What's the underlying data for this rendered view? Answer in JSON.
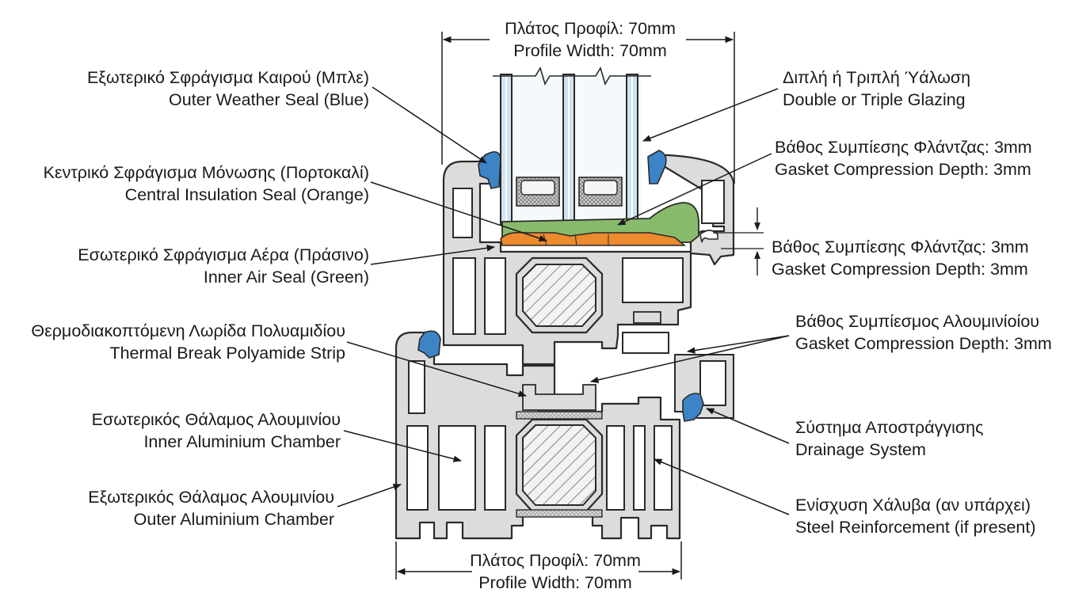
{
  "colors": {
    "profile_fill": "#dcdcdc",
    "outline": "#2a2a2a",
    "glass": "#cfe3ef",
    "outer_seal_blue": "#3d84c7",
    "central_seal_orange": "#ec8a2e",
    "inner_seal_green": "#88ba6c",
    "polyamide": "#b9b9b9",
    "reinforcement_hatch": "#f2f2f2"
  },
  "dimensions": {
    "top": {
      "greek": "Πλάτος Προφίλ: 70mm",
      "english": "Profile Width: 70mm"
    },
    "bottom": {
      "greek": "Πλάτος Προφίλ: 70mm",
      "english": "Profile Width: 70mm"
    }
  },
  "labels_left": [
    {
      "id": "outer-weather-seal",
      "greek": "Εξωτερικό Σφράγισμα Καιρού (Μπλε)",
      "english": "Outer Weather Seal (Blue)"
    },
    {
      "id": "central-insulation-seal",
      "greek": "Κεντρικό Σφράγισμα Μόνωσης (Πορτοκαλί)",
      "english": "Central Insulation Seal (Orange)"
    },
    {
      "id": "inner-air-seal",
      "greek": "Εσωτερικό Σφράγισμα Αέρα (Πράσινο)",
      "english": "Inner Air Seal (Green)"
    },
    {
      "id": "thermal-break",
      "greek": "Θερμοδιακοπτόμενη Λωρίδα Πολυαμιδίου",
      "english": "Thermal Break Polyamide Strip"
    },
    {
      "id": "inner-chamber",
      "greek": "Εσωτερικός Θάλαμος Αλουμινίου",
      "english": "Inner Aluminium Chamber"
    },
    {
      "id": "outer-chamber",
      "greek": "Εξωτερικός Θάλαμος Αλουμινίου",
      "english": "Outer Aluminium Chamber"
    }
  ],
  "labels_right": [
    {
      "id": "glazing",
      "greek": "Διπλή ή Τριπλή Ύάλωση",
      "english": "Double or Triple Glazing"
    },
    {
      "id": "gasket-1",
      "greek": "Βάθος Συμπίεσης Φλάντζας: 3mm",
      "english": "Gasket Compression Depth: 3mm"
    },
    {
      "id": "gasket-2",
      "greek": "Βάθος Συμπίεσης Φλάντζας: 3mm",
      "english": "Gasket Compression Depth: 3mm"
    },
    {
      "id": "gasket-3",
      "greek": "Βάθος Συμπίεσμος Αλουμινίοίου",
      "english": "Gasket Compression Depth: 3mm"
    },
    {
      "id": "drainage",
      "greek": "Σύστημα Αποστράγγισης",
      "english": "Drainage System"
    },
    {
      "id": "steel",
      "greek": "Ενίσχυση Χάλυβα (αν υπάρχει)",
      "english": "Steel Reinforcement (if present)"
    }
  ]
}
